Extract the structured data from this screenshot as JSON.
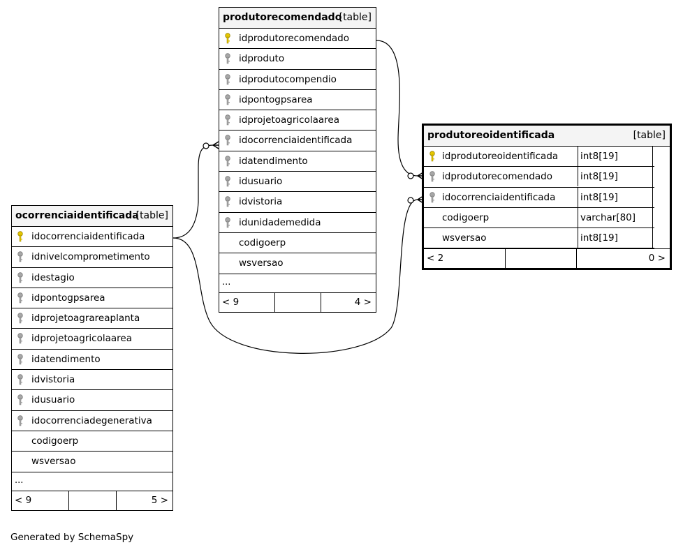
{
  "diagram": {
    "footer": "Generated by SchemaSpy",
    "tables": {
      "produtorecomendado": {
        "name": "produtorecomendado",
        "kind": "[table]",
        "columns": [
          {
            "name": "idprodutorecomendado",
            "key": "primary"
          },
          {
            "name": "idproduto",
            "key": "foreign"
          },
          {
            "name": "idprodutocompendio",
            "key": "foreign"
          },
          {
            "name": "idpontogpsarea",
            "key": "foreign"
          },
          {
            "name": "idprojetoagricolaarea",
            "key": "foreign"
          },
          {
            "name": "idocorrenciaidentificada",
            "key": "foreign"
          },
          {
            "name": "idatendimento",
            "key": "foreign"
          },
          {
            "name": "idusuario",
            "key": "foreign"
          },
          {
            "name": "idvistoria",
            "key": "foreign"
          },
          {
            "name": "idunidademedida",
            "key": "foreign"
          },
          {
            "name": "codigoerp",
            "key": "none"
          },
          {
            "name": "wsversao",
            "key": "none"
          }
        ],
        "more": "...",
        "parents": "< 9",
        "children": "4 >"
      },
      "ocorrenciaidentificada": {
        "name": "ocorrenciaidentificada",
        "kind": "[table]",
        "columns": [
          {
            "name": "idocorrenciaidentificada",
            "key": "primary"
          },
          {
            "name": "idnivelcomprometimento",
            "key": "foreign"
          },
          {
            "name": "idestagio",
            "key": "foreign"
          },
          {
            "name": "idpontogpsarea",
            "key": "foreign"
          },
          {
            "name": "idprojetoagrareaplanta",
            "key": "foreign"
          },
          {
            "name": "idprojetoagricolaarea",
            "key": "foreign"
          },
          {
            "name": "idatendimento",
            "key": "foreign"
          },
          {
            "name": "idvistoria",
            "key": "foreign"
          },
          {
            "name": "idusuario",
            "key": "foreign"
          },
          {
            "name": "idocorrenciadegenerativa",
            "key": "foreign"
          },
          {
            "name": "codigoerp",
            "key": "none"
          },
          {
            "name": "wsversao",
            "key": "none"
          }
        ],
        "more": "...",
        "parents": "< 9",
        "children": "5 >"
      },
      "produtoreoidentificada": {
        "name": "produtoreoidentificada",
        "kind": "[table]",
        "columns": [
          {
            "name": "idprodutoreoidentificada",
            "type": "int8[19]",
            "key": "primary"
          },
          {
            "name": "idprodutorecomendado",
            "type": "int8[19]",
            "key": "foreign"
          },
          {
            "name": "idocorrenciaidentificada",
            "type": "int8[19]",
            "key": "foreign"
          },
          {
            "name": "codigoerp",
            "type": "varchar[80]",
            "key": "none"
          },
          {
            "name": "wsversao",
            "type": "int8[19]",
            "key": "none"
          }
        ],
        "parents": "< 2",
        "children": "0 >"
      }
    },
    "colors": {
      "primary_key": "#e6c700",
      "foreign_key": "#a8a8a8",
      "header_bg": "#f4f4f4"
    }
  }
}
